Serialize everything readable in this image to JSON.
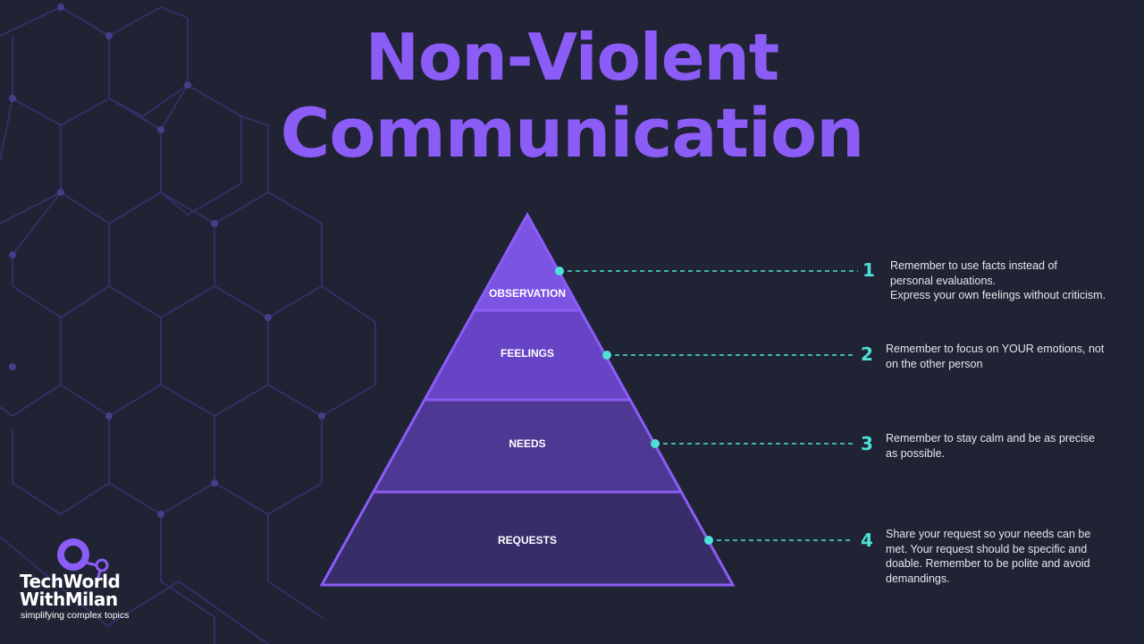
{
  "title": {
    "line1": "Non-Violent",
    "line2": "Communication"
  },
  "colors": {
    "accent": "#8b5cf6",
    "teal": "#4fe0d8",
    "background": "#1f2333"
  },
  "levels": [
    {
      "label": "OBSERVATION",
      "number": "1",
      "lines": [
        "Remember to use facts instead of",
        "personal evaluations.",
        "Express your own feelings without criticism."
      ]
    },
    {
      "label": "FEELINGS",
      "number": "2",
      "lines": [
        "Remember to focus on YOUR emotions, not",
        "on the other person"
      ]
    },
    {
      "label": "NEEDS",
      "number": "3",
      "lines": [
        "Remember to stay calm and be as precise",
        "as possible."
      ]
    },
    {
      "label": "REQUESTS",
      "number": "4",
      "lines": [
        "Share your request so your needs can be",
        "met. Your request should be specific and",
        "doable. Remember to be polite and avoid",
        "demandings."
      ]
    }
  ],
  "logo": {
    "line1": "TechWorld",
    "line2": "WithMilan",
    "tagline": "simplifying complex topics"
  }
}
